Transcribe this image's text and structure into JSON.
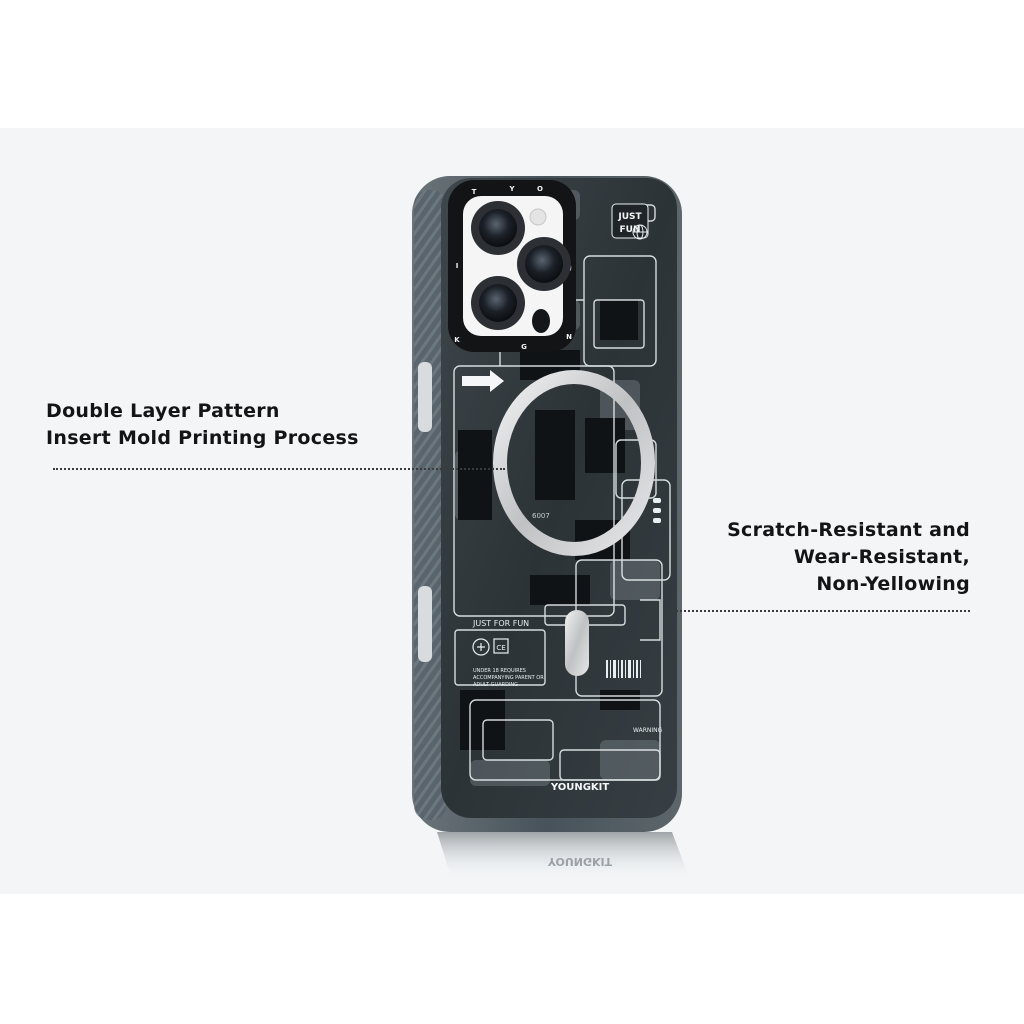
{
  "callouts": {
    "left": {
      "line1": "Double Layer Pattern",
      "line2": "Insert Mold Printing Process"
    },
    "right": {
      "line1": "Scratch-Resistant and",
      "line2": "Wear-Resistant,",
      "line3": "Non-Yellowing"
    }
  },
  "case_print": {
    "badge_line1": "JUST",
    "badge_line2": "FUN",
    "just_for_fun": "JUST FOR FUN",
    "warning_line1": "UNDER 18 REQUIRES",
    "warning_line2": "ACCOMPANYING PARENT OR",
    "warning_line3": "ADULT GUARDING",
    "brand": "YOUNGKIT",
    "brand_reflection": "YOUNGKIT",
    "ring_letters": [
      "Y",
      "O",
      "U",
      "N",
      "G",
      "K",
      "I",
      "T"
    ],
    "warning_strip": "WARNING",
    "chip_code_1": "6007",
    "ce_mark": "CE"
  },
  "colors": {
    "background_band": "#f3f5f7",
    "case_frame": "#4a5358",
    "case_print_dark": "#262d31",
    "magsafe_ring": "#d9dadb",
    "text": "#141414"
  }
}
